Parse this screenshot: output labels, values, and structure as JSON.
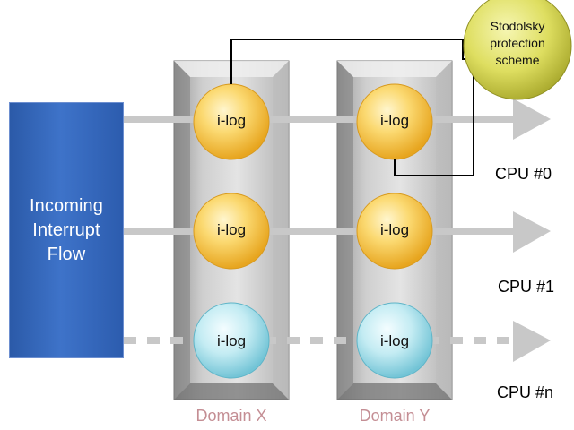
{
  "source": {
    "label": "Incoming\nInterrupt\nFlow"
  },
  "domains": [
    {
      "label": "Domain X"
    },
    {
      "label": "Domain Y"
    }
  ],
  "rows": [
    {
      "cpu": "CPU #0",
      "link": "solid",
      "nodes": [
        {
          "label": "i-log",
          "style": "active"
        },
        {
          "label": "i-log",
          "style": "active"
        }
      ]
    },
    {
      "cpu": "CPU #1",
      "link": "solid",
      "nodes": [
        {
          "label": "i-log",
          "style": "active"
        },
        {
          "label": "i-log",
          "style": "active"
        }
      ]
    },
    {
      "cpu": "CPU #n",
      "link": "dashed",
      "nodes": [
        {
          "label": "i-log",
          "style": "idle"
        },
        {
          "label": "i-log",
          "style": "idle"
        }
      ]
    }
  ],
  "protection": {
    "label": "Stodolsky\nprotection\nscheme"
  },
  "colors": {
    "flow_box": "#3766b8",
    "arrow": "#c8c8c8",
    "active_node": "#f7cd55",
    "idle_node": "#b6e6ef",
    "domain_label": "#c48e94",
    "scheme_bubble": "#d6d64a"
  }
}
